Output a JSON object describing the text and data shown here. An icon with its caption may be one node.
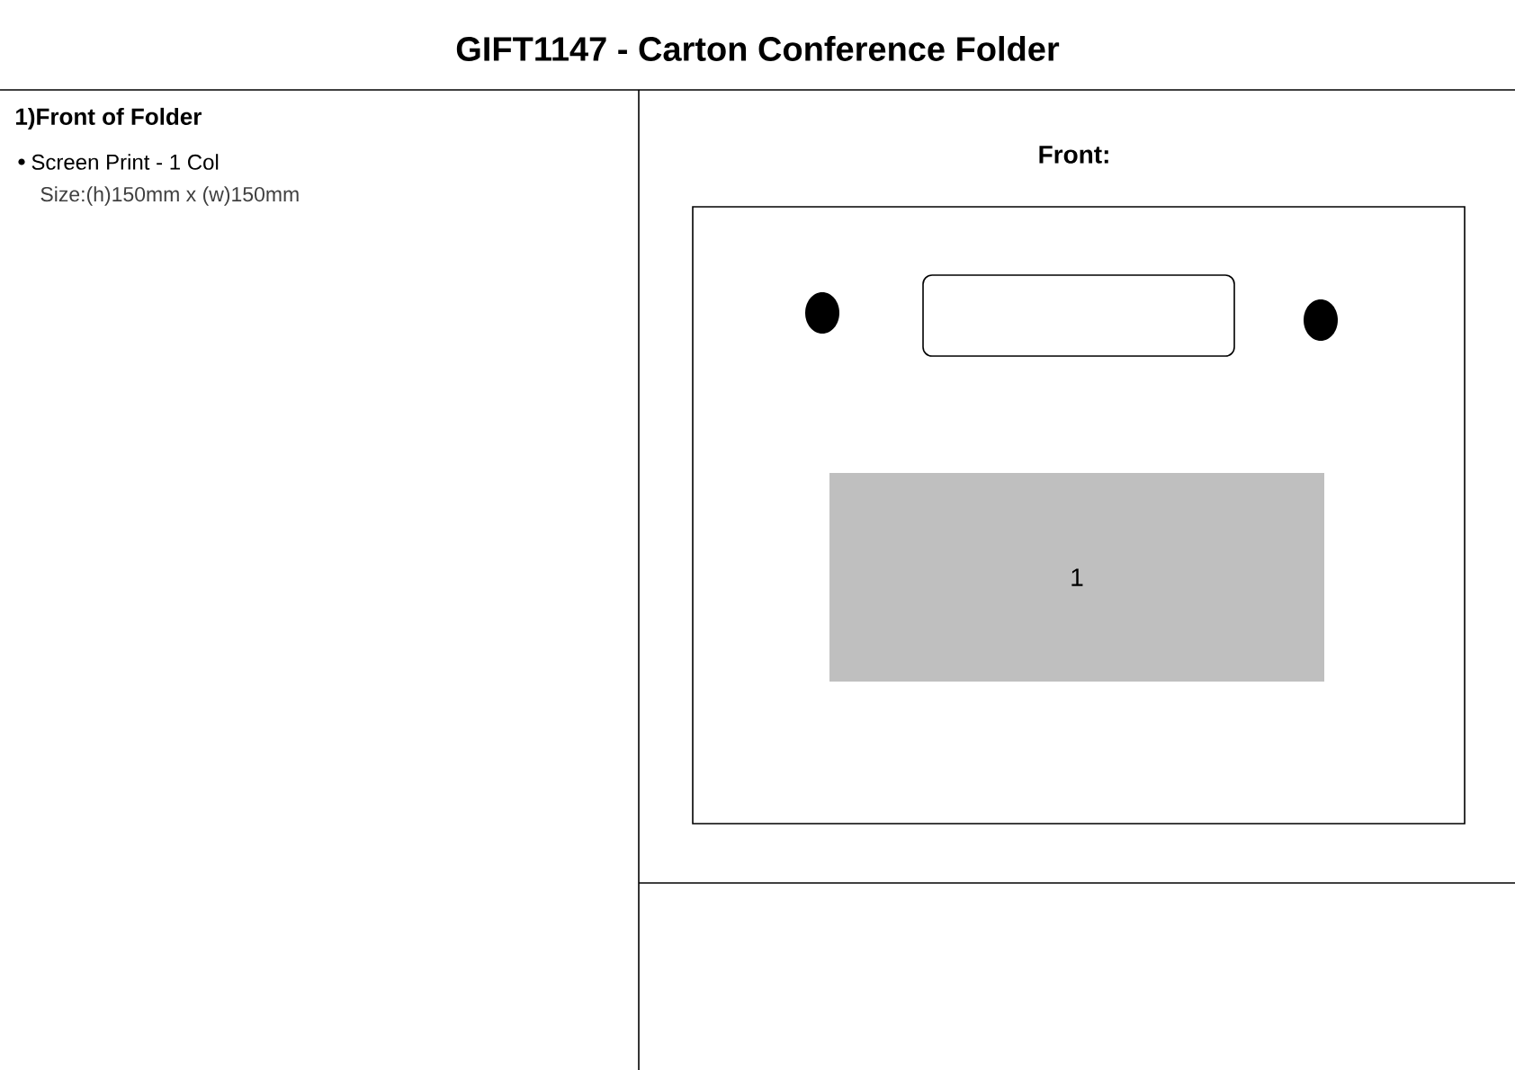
{
  "diagram": {
    "title": "GIFT1147 - Carton Conference Folder",
    "nodes": [
      {
        "text": [],
        "shape": "box"
      },
      {
        "text": [
          "1"
        ],
        "in": 0
      }
    ],
    "labels": [
      "1)Front of Folder",
      "Screen Print - 1 Col",
      "Size:(h)150mm x (w)150mm",
      "Front:"
    ]
  }
}
